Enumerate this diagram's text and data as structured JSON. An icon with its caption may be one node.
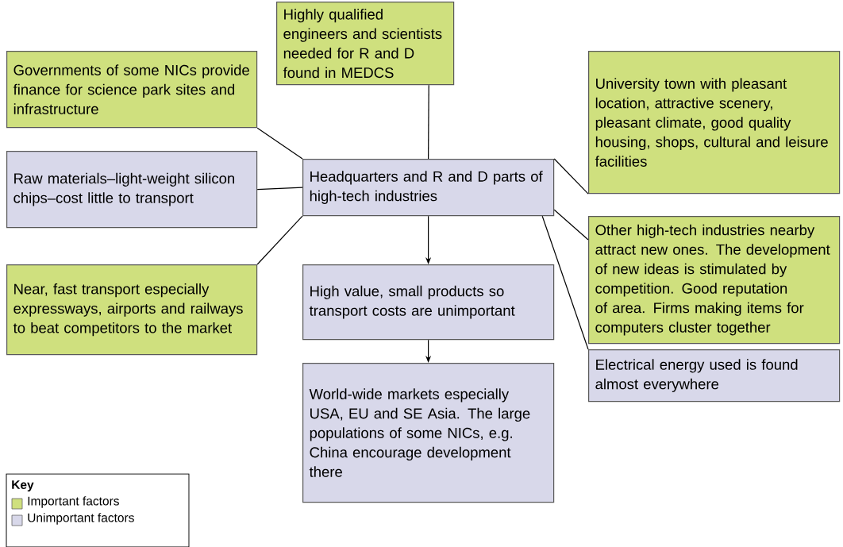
{
  "diagram": {
    "nodes": [
      {
        "text": [
          "Highly qualified engineers and scientists needed for R and D found in MEDCS"
        ]
      },
      {
        "text": [
          "Governments of some NICs provide finance for science park sites and infrastructure"
        ]
      },
      {
        "text": [
          "University town with pleasant location, attractive scenery, pleasant climate, good quality housing, shops, cultural and leisure facilities"
        ]
      },
      {
        "text": [
          "Raw materials–light-weight silicon chips–cost little to transport"
        ]
      },
      {
        "text": [
          "Headquarters and R and D parts of high-tech industries"
        ]
      },
      {
        "text": [
          "Other high-tech industries nearby attract new ones. The development of new ideas is stimulated by competition. Good reputation of area. Firms making items for computers cluster together"
        ]
      },
      {
        "text": [
          "Near, fast transport especially expressways, airports and railways to beat competitors to the market"
        ]
      },
      {
        "text": [
          "High value, small products so transport costs are unimportant"
        ]
      },
      {
        "text": [
          "Electrical energy used is found almost everywhere"
        ]
      },
      {
        "text": [
          "World-wide markets especially USA, EU and SE Asia. The large populations of some NICs, e.g. China encourage development there"
        ]
      }
    ],
    "edges": [
      {
        "from": 0,
        "to": 4,
        "arrow": "none"
      },
      {
        "from": 1,
        "to": 4,
        "arrow": "none"
      },
      {
        "from": 2,
        "to": 4,
        "arrow": "none"
      },
      {
        "from": 3,
        "to": 4,
        "arrow": "none"
      },
      {
        "from": 5,
        "to": 4,
        "arrow": "none"
      },
      {
        "from": 6,
        "to": 4,
        "arrow": "none"
      },
      {
        "from": 8,
        "to": 4,
        "arrow": "none"
      },
      {
        "from": 4,
        "to": 7,
        "arrow": "to"
      },
      {
        "from": 7,
        "to": 9,
        "arrow": "to"
      }
    ],
    "labels": [
      "Key"
    ],
    "legend": [
      {
        "text": "Important factors",
        "color": "#cfe07e"
      },
      {
        "text": "Unimportant factors",
        "color": "#d8d8ea"
      }
    ]
  }
}
